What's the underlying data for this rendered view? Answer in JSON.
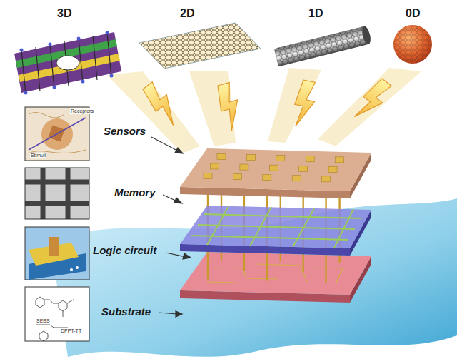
{
  "diagram": {
    "labels": [
      "3D",
      "2D",
      "1D",
      "0D",
      "Sensors",
      "Memory",
      "Logic circuit",
      "Substrate",
      "Stimuli",
      "Receptors",
      "DPPT-TT",
      "SEBS"
    ]
  }
}
